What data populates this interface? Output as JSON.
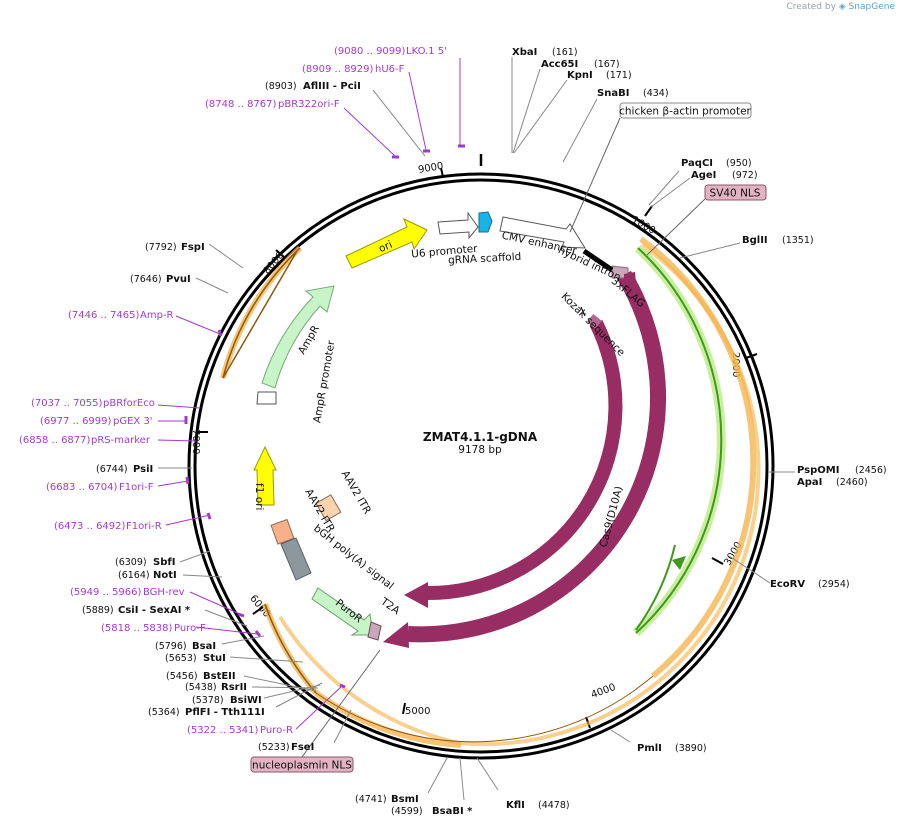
{
  "branding": {
    "created_by": "Created by",
    "brand_name": "SnapGene"
  },
  "plasmid": {
    "name": "ZMAT4.1.1-gDNA",
    "length": "9178 bp"
  },
  "ruler_ticks": [
    "1000",
    "2000",
    "3000",
    "4000",
    "5000",
    "6000",
    "7000",
    "8000",
    "9000"
  ],
  "enzymes": [
    {
      "name": "XbaI",
      "pos": "(161)"
    },
    {
      "name": "Acc65I",
      "pos": "(167)"
    },
    {
      "name": "KpnI",
      "pos": "(171)"
    },
    {
      "name": "SnaBI",
      "pos": "(434)"
    },
    {
      "name": "PaqCI",
      "pos": "(950)"
    },
    {
      "name": "AgeI",
      "pos": "(972)"
    },
    {
      "name": "BglII",
      "pos": "(1351)"
    },
    {
      "name": "PspOMI",
      "pos": "(2456)"
    },
    {
      "name": "ApaI",
      "pos": "(2460)"
    },
    {
      "name": "EcoRV",
      "pos": "(2954)"
    },
    {
      "name": "PmlI",
      "pos": "(3890)"
    },
    {
      "name": "KflI",
      "pos": "(4478)"
    },
    {
      "name": "BsaBI *",
      "pos": "(4599)"
    },
    {
      "name": "BsmI",
      "pos": "(4741)"
    },
    {
      "name": "FseI",
      "pos": "(5233)"
    },
    {
      "name": "PflFI  - Tth111I",
      "pos": "(5364)"
    },
    {
      "name": "BsiWI",
      "pos": "(5378)"
    },
    {
      "name": "RsrII",
      "pos": "(5438)"
    },
    {
      "name": "BstEII",
      "pos": "(5456)"
    },
    {
      "name": "StuI",
      "pos": "(5653)"
    },
    {
      "name": "BsaI",
      "pos": "(5796)"
    },
    {
      "name": "CsiI  - SexAI *",
      "pos": "(5889)"
    },
    {
      "name": "NotI",
      "pos": "(6164)"
    },
    {
      "name": "SbfI",
      "pos": "(6309)"
    },
    {
      "name": "PsiI",
      "pos": "(6744)"
    },
    {
      "name": "PvuI",
      "pos": "(7646)"
    },
    {
      "name": "FspI",
      "pos": "(7792)"
    },
    {
      "name": "AflIII  - PciI",
      "pos": "(8903)"
    }
  ],
  "primers": [
    {
      "range": "(9080 .. 9099)",
      "name": "LKO.1 5'"
    },
    {
      "range": "(8909 .. 8929)",
      "name": "hU6-F"
    },
    {
      "range": "(8748 .. 8767)",
      "name": "pBR322ori-F"
    },
    {
      "range": "(7446 .. 7465)",
      "name": "Amp-R"
    },
    {
      "range": "(7037 .. 7055)",
      "name": "pBRforEco"
    },
    {
      "range": "(6977 .. 6999)",
      "name": "pGEX 3'"
    },
    {
      "range": "(6858 .. 6877)",
      "name": "pRS-marker"
    },
    {
      "range": "(6683 .. 6704)",
      "name": "F1ori-F"
    },
    {
      "range": "(6473 .. 6492)",
      "name": "F1ori-R"
    },
    {
      "range": "(5949 .. 5966)",
      "name": "BGH-rev"
    },
    {
      "range": "(5818 .. 5838)",
      "name": "Puro-F"
    },
    {
      "range": "(5322 .. 5341)",
      "name": "Puro-R"
    }
  ],
  "features": {
    "chicken_beta_actin": "chicken β-actin promoter",
    "sv40_nls": "SV40 NLS",
    "nucleoplasmin_nls": "nucleoplasmin NLS",
    "u6_promoter": "U6 promoter",
    "grna_scaffold": "gRNA scaffold",
    "cmv_enhancer": "CMV enhancer",
    "hybrid_intron": "hybrid intron",
    "flag": "3xFLAG",
    "kozak": "Kozak sequence",
    "cas9_outer": "Cas9",
    "cas9_inner": "Cas9(D10A)",
    "ori": "ori",
    "ampr": "AmpR",
    "ampr_promoter": "AmpR promoter",
    "f1_ori": "f1 ori",
    "aav2_itr_1": "AAV2 ITR",
    "aav2_itr_2": "AAV2 ITR",
    "bgh": "bGH poly(A) signal",
    "puror": "PuroR",
    "t2a": "T2A"
  },
  "colors": {
    "cas9": "#972d62",
    "orange_band": "#f6b045",
    "green_arrow": "#3d9a1a",
    "ori_yellow": "#ffff00",
    "ampr_green": "#c8f5c8",
    "nls_pink": "#e3b3c4",
    "u6_cyan": "#18b4e8",
    "primer_purple": "#a33ad0"
  }
}
